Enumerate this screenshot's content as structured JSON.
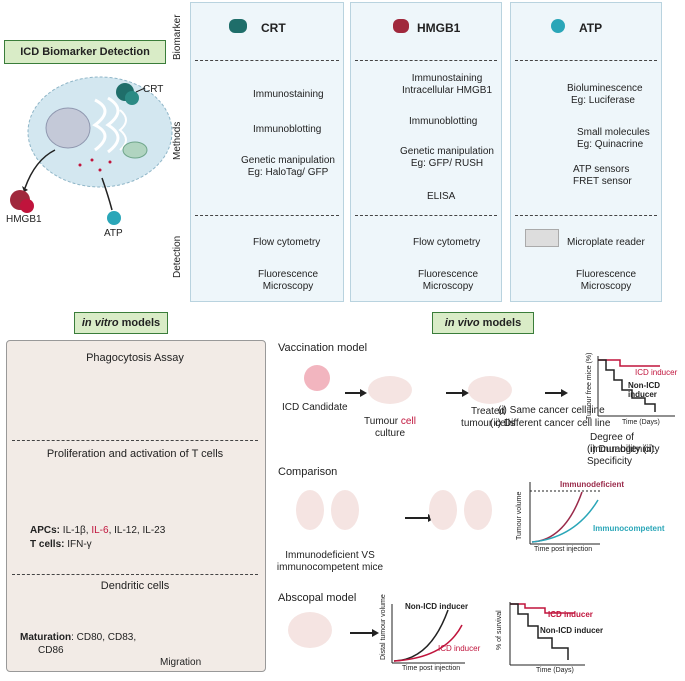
{
  "title": "ICD Biomarker Detection",
  "cell_labels": {
    "crt": "CRT",
    "hmgb1": "HMGB1",
    "atp": "ATP"
  },
  "row_labels": {
    "biomarker": "Biomarker",
    "methods": "Methods",
    "detection": "Detection"
  },
  "columns": {
    "crt": {
      "header": "CRT",
      "methods": [
        "Immunostaining",
        "Immunoblotting",
        "Genetic manipulation",
        "Eg: HaloTag/ GFP"
      ],
      "detection": [
        "Flow cytometry",
        "Fluorescence",
        "Microscopy"
      ]
    },
    "hmgb1": {
      "header": "HMGB1",
      "methods": [
        "Immunostaining",
        "Intracellular HMGB1",
        "Immunoblotting",
        "Genetic manipulation",
        "Eg: GFP/ RUSH",
        "ELISA"
      ],
      "detection": [
        "Flow cytometry",
        "Fluorescence",
        "Microscopy"
      ]
    },
    "atp": {
      "header": "ATP",
      "methods": [
        "Bioluminescence",
        "Eg: Luciferase",
        "Small molecules",
        "Eg: Quinacrine",
        "ATP sensors",
        "FRET sensor"
      ],
      "detection": [
        "Microplate reader",
        "Fluorescence",
        "Microscopy"
      ]
    }
  },
  "invitro": {
    "title_italic": "in vitro",
    "title_rest": " models",
    "phago": "Phagocytosis Assay",
    "prolif": "Proliferation and activation of T cells",
    "apcs_label": "APCs:",
    "apcs_items": [
      "IL-1β, ",
      "IL-6",
      ", IL-12, IL-23"
    ],
    "tcells_label": "T cells:",
    "tcells_value": " IFN-γ",
    "dendritic": "Dendritic cells",
    "maturation_label": "Maturation",
    "maturation_value": ": CD80, CD83,",
    "maturation_value2": "CD86",
    "migration": "Migration"
  },
  "invivo": {
    "title_italic": "in vivo",
    "title_rest": " models",
    "vaccination": {
      "heading": "Vaccination model",
      "candidate": "ICD Candidate",
      "tumour_cell_a": "Tumour ",
      "tumour_cell_b": "cell",
      "tumour_cell_c": "culture",
      "treated_a": "Treated",
      "treated_b": "tumour cells",
      "same": "(i) Same cancer cell line",
      "different": "(ii) Different cancer cell line",
      "degree": "Degree of immunogenicity",
      "durability": "(i) Durability (ii) Specificity",
      "ylabel": "Tumour free mice (%)",
      "xlabel": "Time (Days)",
      "icd": "ICD inducer",
      "nonicd": "Non-ICD inducer"
    },
    "comparison": {
      "heading": "Comparison",
      "caption_a": "Immunodeficient VS",
      "caption_b": "immunocompetent mice",
      "ylabel": "Tumour volume",
      "xlabel": "Time post injection",
      "deficient": "Immunodeficient",
      "competent": "Immunocompetent"
    },
    "abscopal": {
      "heading": "Abscopal model",
      "ylabel": "Distal tumour volume",
      "xlabel": "Time post injection",
      "nonicd": "Non-ICD inducer",
      "icd": "ICD inducer",
      "surv_ylabel": "% of survival",
      "surv_xlabel": "Time (Days)",
      "surv_icd": "ICD inducer",
      "surv_nonicd": "Non-ICD inducer"
    }
  },
  "colors": {
    "crimson": "#c0143c",
    "teal": "#2aa6b8",
    "green_bg": "#d9ecc7",
    "panel_bg": "#eef6fa"
  }
}
